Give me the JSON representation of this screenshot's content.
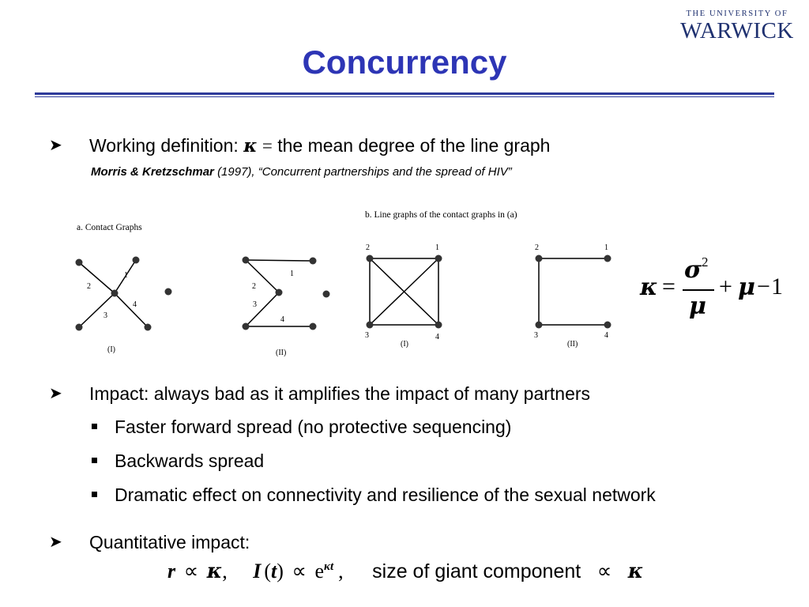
{
  "logo": {
    "line1": "THE UNIVERSITY OF",
    "line2": "WARWICK"
  },
  "slide": {
    "title": "Concurrency"
  },
  "bullets": {
    "definition": {
      "lead": "Working definition:",
      "symbol": "κ",
      "equals": "=",
      "rest": "the mean degree of the line graph"
    },
    "reference": {
      "authors": "Morris & Kretzschmar",
      "details": "(1997), “Concurrent partnerships and the spread of HIV”"
    },
    "impact": "Impact: always bad as it amplifies the impact of many partners",
    "impact_subs": [
      "Faster forward spread (no protective sequencing)",
      "Backwards spread",
      "Dramatic effect on connectivity and resilience of the sexual network"
    ],
    "quantitative": "Quantitative impact:"
  },
  "figure": {
    "panel_a_caption": "a.  Contact Graphs",
    "panel_b_caption": "b.  Line graphs of the contact graphs in (a)",
    "graph_labels": {
      "a1": [
        "1",
        "2",
        "3",
        "4"
      ],
      "a2": [
        "1",
        "2",
        "3",
        "4"
      ],
      "b1": [
        "2",
        "1",
        "3",
        "4"
      ],
      "b2": [
        "2",
        "1",
        "3",
        "4"
      ]
    },
    "roman": [
      "(I)",
      "(II)",
      "(I)",
      "(II)"
    ]
  },
  "formula": {
    "lhs": "κ",
    "eq": "=",
    "num": "σ",
    "num_sup": "2",
    "den": "μ",
    "plus": "+",
    "mu": "μ",
    "minus": "−",
    "one": "1"
  },
  "bottom": {
    "r": "r",
    "prop1": "∝",
    "k1": "κ",
    "comma1": ",",
    "I": "I",
    "lpar": "(",
    "t": "t",
    "rpar": ")",
    "prop2": "∝",
    "e": "e",
    "exp": "κt",
    "comma2": ",",
    "text": "size of giant component",
    "prop3": "∝",
    "k2": "κ"
  },
  "icons": {
    "bullet": "arrow-bullet-icon",
    "sub_bullet": "square-bullet-icon"
  },
  "colors": {
    "title": "#2d35b5",
    "rule": "#2e3a9a",
    "logo": "#1f3170"
  }
}
